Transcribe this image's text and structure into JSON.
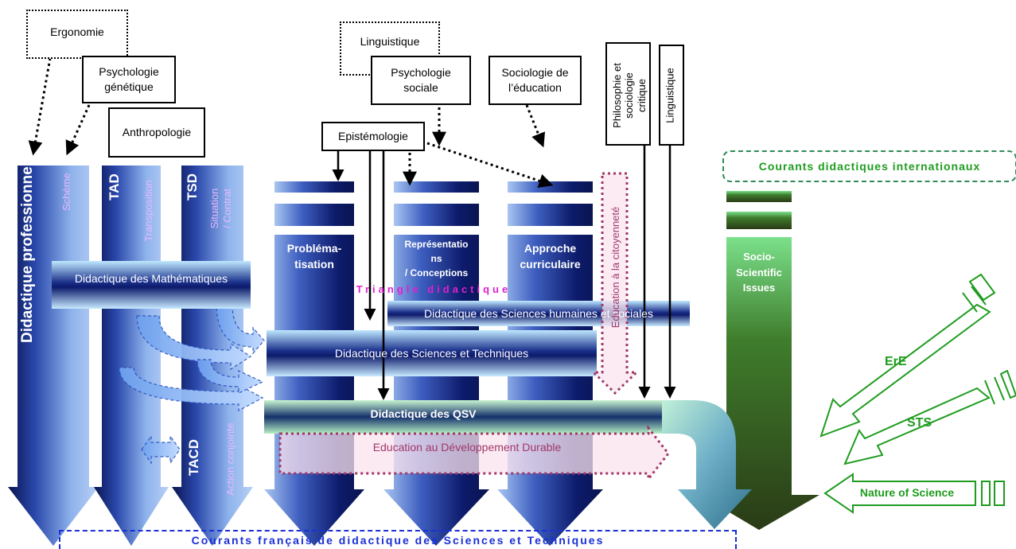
{
  "boxes": {
    "ergonomie": "Ergonomie",
    "psychologie_genetique_1": "Psychologie",
    "psychologie_genetique_2": "génétique",
    "anthropologie": "Anthropologie",
    "linguistique_top": "Linguistique",
    "psychologie_sociale_1": "Psychologie",
    "psychologie_sociale_2": "sociale",
    "sociologie_1": "Sociologie de",
    "sociologie_2": "l’éducation",
    "epistemologie": "Epistémologie",
    "philosophie_1": "Philosophie et",
    "philosophie_2": "sociologie",
    "philosophie_3": "critique",
    "linguistique_vertical": "Linguistique"
  },
  "columns": {
    "didactique_pro": "Didactique professionnelle",
    "scheme": "Schème",
    "tad": "TAD",
    "transposition": "Transposition",
    "tsd": "TSD",
    "situation_1": "Situation",
    "situation_2": "/ Contrat",
    "tacd": "TACD",
    "action_conjointe": "Action conjointe",
    "problematisation_1": "Probléma-",
    "problematisation_2": "tisation",
    "representations_1": "Représentatio",
    "representations_2": "ns",
    "representations_3": "/ Conceptions",
    "approche_1": "Approche",
    "approche_2": "curriculaire",
    "ssi_1": "Socio-",
    "ssi_2": "Scientific",
    "ssi_3": "Issues"
  },
  "bands": {
    "maths": "Didactique des Mathématiques",
    "shs": "Didactique des Sciences humaines et sociales",
    "sciences_techniques": "Didactique des Sciences et Techniques",
    "qsv": "Didactique des QSV",
    "edd": "Education au Développement Durable",
    "citoyennete": "Education à la citoyenneté",
    "triangle": "Triangle didactique"
  },
  "international": {
    "title": "Courants didactiques internationaux",
    "ere": "ErE",
    "sts": "STS",
    "nos": "Nature of Science"
  },
  "footer": "Courants français de didactique des Sciences et Techniques",
  "colors": {
    "navy": "#0d1b6b",
    "light_blue": "#8fb3ec",
    "green_dark": "#2e5a1e",
    "green_light": "#7be08a",
    "magenta": "#e020d0",
    "maroon": "#a0386a",
    "bright_green": "#1f9c1f",
    "footer_blue": "#1a2fd6"
  }
}
